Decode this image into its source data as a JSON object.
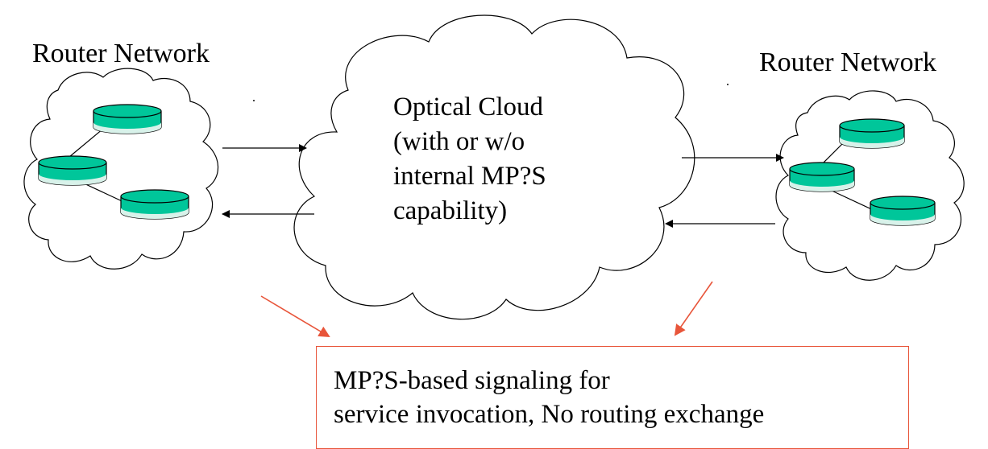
{
  "left_network": {
    "title": "Router Network"
  },
  "right_network": {
    "title": "Router Network"
  },
  "optical_cloud": {
    "lines": [
      "Optical Cloud",
      "(with or w/o",
      "internal MP?S",
      "capability)"
    ]
  },
  "callout": {
    "lines": [
      "MP?S-based signaling for",
      "service invocation, No routing exchange"
    ]
  },
  "colors": {
    "router_fill": "#00c69a",
    "router_band": "#d8f2ea",
    "callout_arrow": "#e8553a",
    "callout_border": "#e8553a"
  }
}
